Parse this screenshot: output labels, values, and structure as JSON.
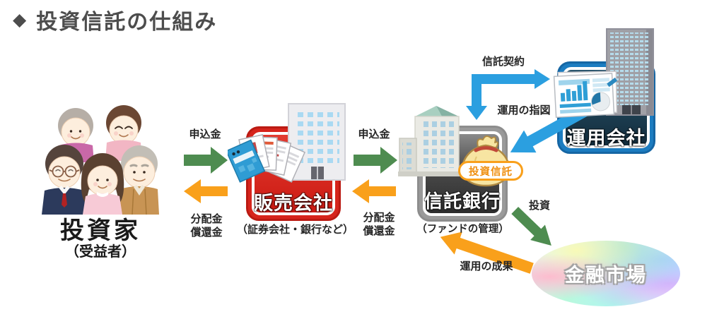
{
  "title": {
    "icon": "◆",
    "text": "投資信託の仕組み"
  },
  "investors": {
    "label": "投資家",
    "sublabel": "（受益者）"
  },
  "flow_investor_sales": {
    "forward": "申込金",
    "back1": "分配金",
    "back2": "償還金"
  },
  "flow_sales_bank": {
    "forward": "申込金",
    "back1": "分配金",
    "back2": "償還金"
  },
  "sales_company": {
    "label": "販売会社",
    "caption": "（証券会社・銀行など）"
  },
  "trust_bank": {
    "label": "信託銀行",
    "caption": "（ファンドの管理）",
    "bag_badge": "投資信託"
  },
  "management_company": {
    "label": "運用会社"
  },
  "flow_bank_mgmt": {
    "contract": "信託契約",
    "instruction": "運用の指図"
  },
  "financial_market": {
    "label": "金融市場",
    "invest": "投資",
    "result": "運用の成果"
  },
  "colors": {
    "green_arrow": "#4e8c50",
    "orange_arrow": "#f9a01b",
    "blue_arrow": "#2b9fe0",
    "sales_red": "#d6241c",
    "badge_blue_border": "#1c7cc0"
  }
}
